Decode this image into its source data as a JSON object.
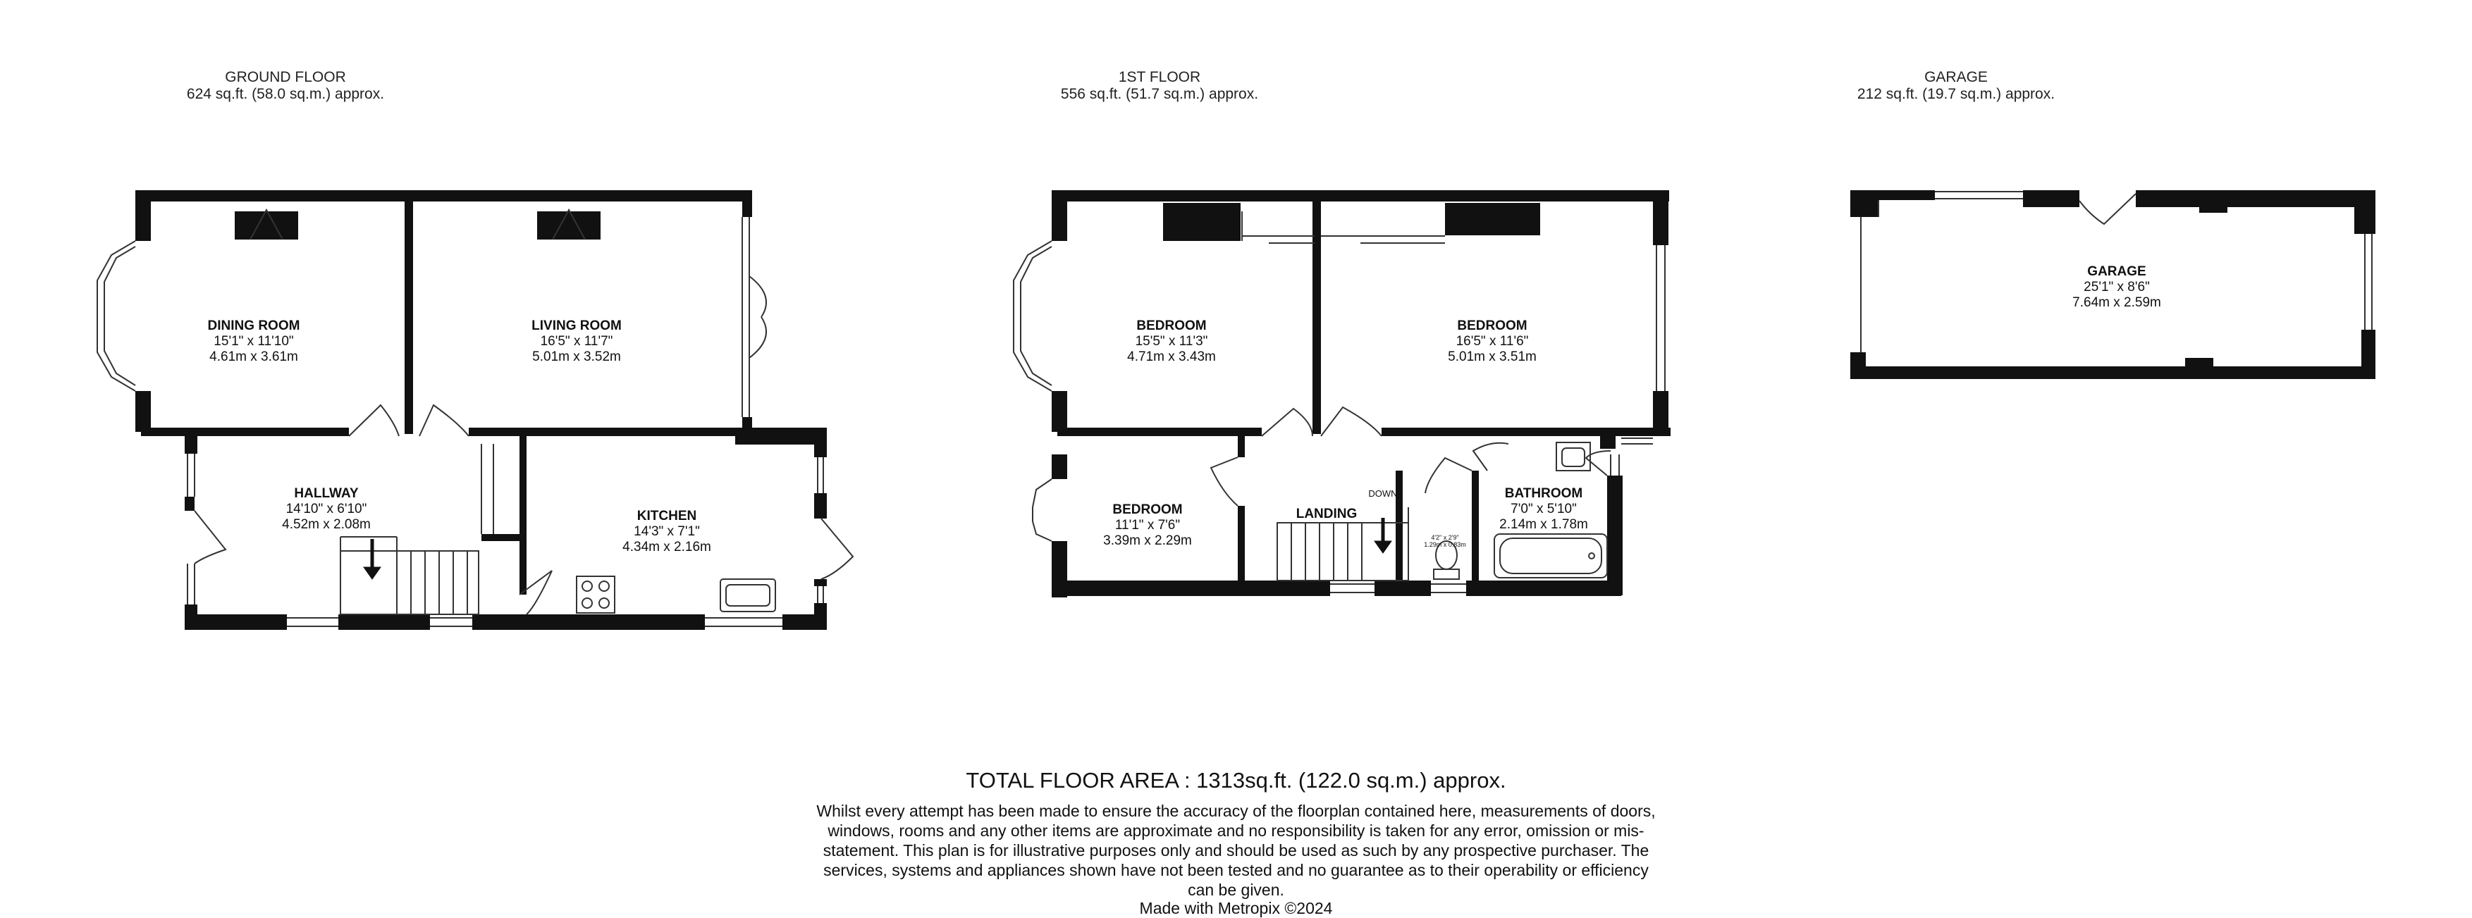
{
  "floors": [
    {
      "id": "ground",
      "title": "GROUND FLOOR",
      "area": "624 sq.ft. (58.0 sq.m.) approx."
    },
    {
      "id": "first",
      "title": "1ST FLOOR",
      "area": "556 sq.ft. (51.7 sq.m.) approx."
    },
    {
      "id": "garage",
      "title": "GARAGE",
      "area": "212 sq.ft. (19.7 sq.m.) approx."
    }
  ],
  "rooms": {
    "dining_room": {
      "name": "DINING ROOM",
      "imperial": "15'1\"  x 11'10\"",
      "metric": "4.61m  x 3.61m"
    },
    "living_room": {
      "name": "LIVING ROOM",
      "imperial": "16'5\"  x 11'7\"",
      "metric": "5.01m  x 3.52m"
    },
    "hallway": {
      "name": "HALLWAY",
      "imperial": "14'10\"  x 6'10\"",
      "metric": "4.52m  x 2.08m"
    },
    "kitchen": {
      "name": "KITCHEN",
      "imperial": "14'3\"  x 7'1\"",
      "metric": "4.34m  x 2.16m"
    },
    "bedroom_1": {
      "name": "BEDROOM",
      "imperial": "15'5\"  x 11'3\"",
      "metric": "4.71m  x 3.43m"
    },
    "bedroom_2": {
      "name": "BEDROOM",
      "imperial": "16'5\"  x 11'6\"",
      "metric": "5.01m  x 3.51m"
    },
    "bedroom_3": {
      "name": "BEDROOM",
      "imperial": "11'1\"  x 7'6\"",
      "metric": "3.39m  x 2.29m"
    },
    "landing": {
      "name": "LANDING"
    },
    "bathroom": {
      "name": "BATHROOM",
      "imperial": "7'0\"  x 5'10\"",
      "metric": "2.14m  x 1.78m"
    },
    "wc": {
      "imperial": "4'2\" x 2'9\"",
      "metric": "1.29m x 0.83m"
    },
    "garage": {
      "name": "GARAGE",
      "imperial": "25'1\"  x 8'6\"",
      "metric": "7.64m  x 2.59m"
    }
  },
  "labels": {
    "down": "DOWN"
  },
  "total_area": "TOTAL FLOOR AREA : 1313sq.ft. (122.0 sq.m.) approx.",
  "disclaimer": "Whilst every attempt has been made to ensure the accuracy of the floorplan contained here, measurements of doors, windows, rooms and any other items are approximate and no responsibility is taken for any error, omission or mis-statement. This plan is for illustrative purposes only and should be used as such by any prospective purchaser. The services, systems and appliances shown have not been tested and no guarantee as to their operability or efficiency can be given.",
  "credit": "Made with Metropix ©2024",
  "colors": {
    "wall": "#111111",
    "line": "#333333",
    "background": "#ffffff"
  }
}
